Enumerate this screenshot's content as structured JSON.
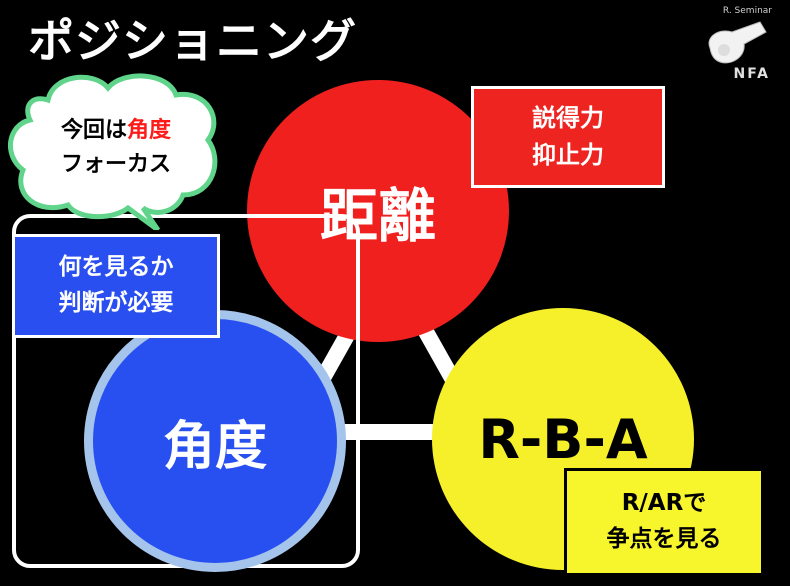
{
  "title": "ポジショニング",
  "bubble": {
    "line1_prefix": "今回は",
    "line1_highlight": "角度",
    "line2": "フォーカス"
  },
  "circles": {
    "distance": "距離",
    "angle": "角度",
    "rba": "R-B-A"
  },
  "boxes": {
    "distance": [
      "説得力",
      "抑止力"
    ],
    "angle": [
      "何を見るか",
      "判断が必要"
    ],
    "rba": [
      "R/ARで",
      "争点を見る"
    ]
  },
  "watermark": {
    "top": "R. Seminar",
    "logo": "NFA"
  },
  "colors": {
    "red": "#f0201e",
    "blue": "#2850f0",
    "yellow": "#f5f02a",
    "blue_ring": "#a4c4ec"
  }
}
